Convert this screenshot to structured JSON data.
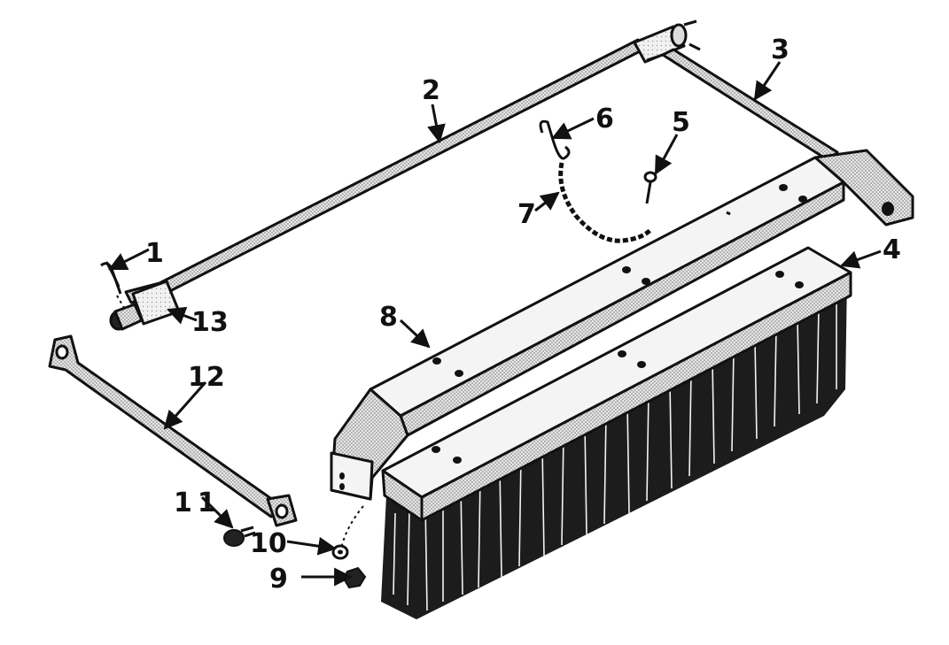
{
  "figure": {
    "callouts": [
      {
        "id": "c1",
        "text": "1"
      },
      {
        "id": "c2",
        "text": "2"
      },
      {
        "id": "c3",
        "text": "3"
      },
      {
        "id": "c4",
        "text": "4"
      },
      {
        "id": "c5",
        "text": "5"
      },
      {
        "id": "c6",
        "text": "6"
      },
      {
        "id": "c7",
        "text": "7"
      },
      {
        "id": "c8",
        "text": "8"
      },
      {
        "id": "c9",
        "text": "9"
      },
      {
        "id": "c10",
        "text": "10"
      },
      {
        "id": "c11",
        "text": "11"
      },
      {
        "id": "c12",
        "text": "12"
      },
      {
        "id": "c13",
        "text": "13"
      }
    ],
    "colors": {
      "ink": "#111111",
      "paper": "#ffffff"
    }
  }
}
